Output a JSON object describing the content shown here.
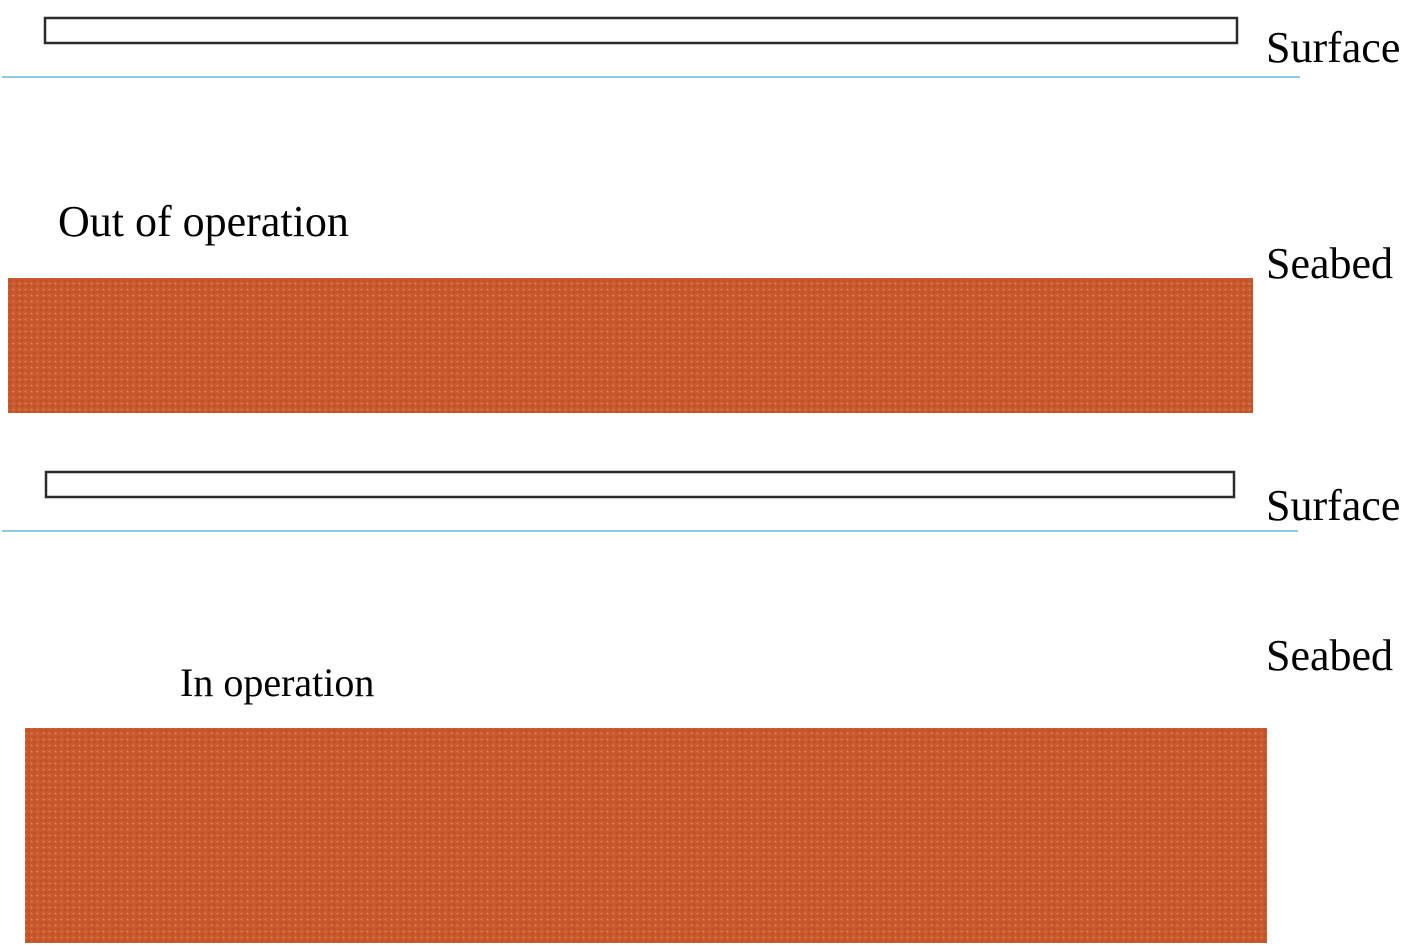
{
  "top_panel": {
    "label_surface": "Surface",
    "label_seabed": "Seabed",
    "state_label": "Out of operation"
  },
  "bottom_panel": {
    "label_surface": "Surface",
    "label_seabed": "Seabed",
    "state_label": "In operation"
  },
  "colors": {
    "seabed": "#c8592c",
    "water_line": "#8fc8e8",
    "outline": "#2b2b2b"
  }
}
